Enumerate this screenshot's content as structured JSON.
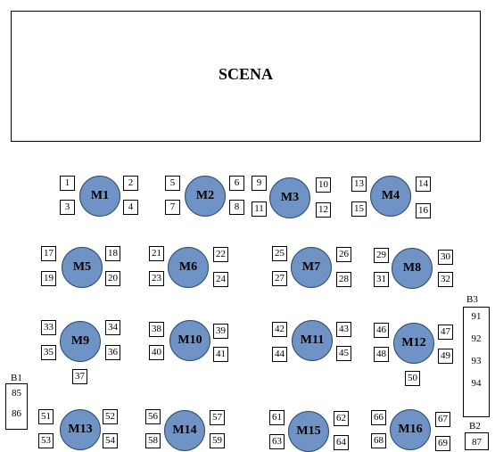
{
  "stage": {
    "label": "SCENA"
  },
  "tables": [
    "M1",
    "M2",
    "M3",
    "M4",
    "M5",
    "M6",
    "M7",
    "M8",
    "M9",
    "M10",
    "M11",
    "M12",
    "M13",
    "M14",
    "M15",
    "M16"
  ],
  "seats": {
    "M1": [
      "1",
      "2",
      "3",
      "4"
    ],
    "M2": [
      "5",
      "6",
      "7",
      "8"
    ],
    "M3": [
      "9",
      "10",
      "11",
      "12"
    ],
    "M4": [
      "13",
      "14",
      "15",
      "16"
    ],
    "M5": [
      "17",
      "18",
      "19",
      "20"
    ],
    "M6": [
      "21",
      "22",
      "23",
      "24"
    ],
    "M7": [
      "25",
      "26",
      "27",
      "28"
    ],
    "M8": [
      "29",
      "30",
      "31",
      "32"
    ],
    "M9": [
      "33",
      "34",
      "35",
      "36",
      "37"
    ],
    "M10": [
      "38",
      "39",
      "40",
      "41"
    ],
    "M11": [
      "42",
      "43",
      "44",
      "45"
    ],
    "M12": [
      "46",
      "47",
      "48",
      "49",
      "50"
    ],
    "M13": [
      "51",
      "52",
      "53",
      "54"
    ],
    "M14": [
      "56",
      "57",
      "58",
      "59"
    ],
    "M15": [
      "61",
      "62",
      "63",
      "64"
    ],
    "M16": [
      "66",
      "67",
      "68",
      "69"
    ]
  },
  "blocks": {
    "B1": {
      "label": "B1",
      "seats": [
        "85",
        "86"
      ]
    },
    "B2": {
      "label": "B2",
      "seats": [
        "87"
      ]
    },
    "B3": {
      "label": "B3",
      "seats": [
        "91",
        "92",
        "93",
        "94"
      ]
    }
  },
  "colors": {
    "table_fill": "#6f93c4",
    "table_border": "#2f4a70"
  }
}
